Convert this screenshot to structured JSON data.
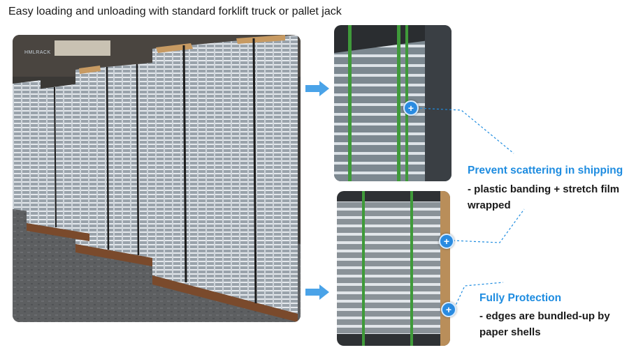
{
  "header": {
    "title": "Easy loading and unloading with standard forklift truck or pallet jack"
  },
  "main_photo": {
    "watermark": "HMLRACK"
  },
  "callouts": [
    {
      "heading": "Prevent scattering in shipping",
      "body_line1": "- plastic banding + stretch film",
      "body_line2": "wrapped"
    },
    {
      "heading": "Fully Protection",
      "body_line1": "- edges are bundled-up by",
      "body_line2": "paper shells"
    }
  ],
  "colors": {
    "accent": "#1e8ce0",
    "arrow": "#4aa3e8",
    "plus_marker": "#2a8be0",
    "banding": "#3f9a3a"
  },
  "icons": {
    "arrow": "arrow-right-icon",
    "marker": "plus-icon"
  }
}
